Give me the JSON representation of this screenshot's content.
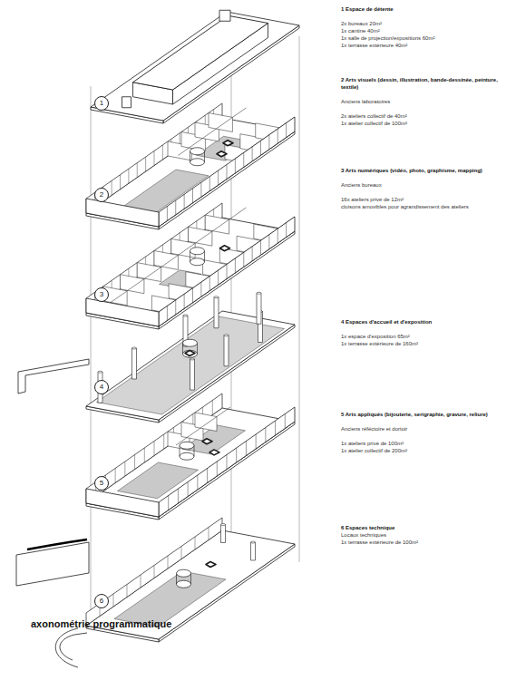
{
  "diagram": {
    "title": "axonométrie programmatique",
    "nodes": [
      {
        "text": [
          "1"
        ]
      },
      {
        "text": [
          "2"
        ]
      },
      {
        "text": [
          "3"
        ]
      },
      {
        "text": [
          "4"
        ]
      },
      {
        "text": [
          "5"
        ]
      },
      {
        "text": [
          "6"
        ]
      }
    ],
    "labels": [
      "1 Espace de détente",
      "2x bureaux 20m²",
      "1x cantine 40m²",
      "1x salle de projection/expositions 60m²",
      "1x terrasse extérieure 40m²",
      "2 Arts visuels (dessin, illustration, bande-dessinée, peinture, textile)",
      "Anciens laboratoires",
      "2x ateliers collectif de 40m²",
      "1x atelier collectif de 100m²",
      "3 Arts numériques (vidéo, photo, graphisme, mapping)",
      "Anciens bureaux",
      "16x ateliers privé de 12m²",
      "cloisons amovibles pour agrandissement des ateliers",
      "4 Espaces d'accueil et d'exposition",
      "1x espace d'exposition 65m²",
      "1x terrasse extérieure de 160m²",
      "5 Arts appliqués (bijouterie, serigraphie, gravure, reliure)",
      "Anciens réféctoire et dortoir",
      "1x ateliers privé de 100m²",
      "1x atelier collectif de 200m²",
      "6 Espaces technique",
      "Locaux techniques",
      "1x terrasse extérieure de 100m²"
    ]
  }
}
